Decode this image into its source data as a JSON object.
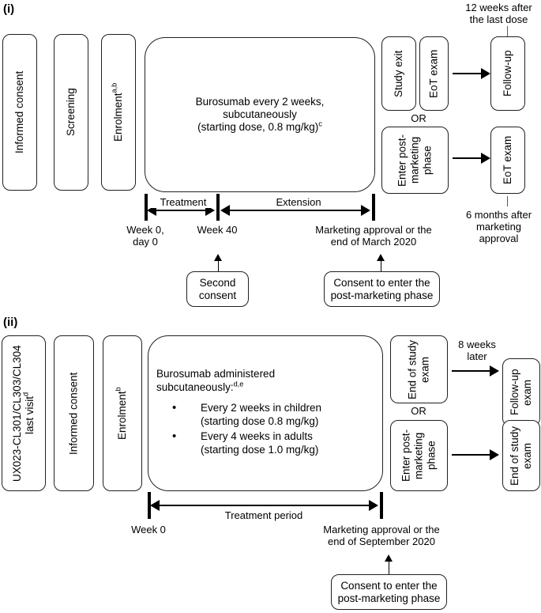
{
  "panels": [
    {
      "id": "i",
      "label": "(i)",
      "stage_boxes": [
        {
          "name": "informed-consent",
          "text": "Informed consent"
        },
        {
          "name": "screening",
          "text": "Screening"
        },
        {
          "name": "enrolment",
          "text": "Enrolment",
          "sup": "a,b"
        }
      ],
      "treatment_box": {
        "line1": "Burosumab every 2 weeks,",
        "line2": "subcutaneously",
        "line3": "(starting dose, 0.8 mg/kg)",
        "line3_sup": "c"
      },
      "exit_boxes": [
        {
          "name": "study-exit",
          "text": "Study exit"
        },
        {
          "name": "eot-exam",
          "text": "EoT exam"
        }
      ],
      "or_label": "OR",
      "post_marketing_box": {
        "name": "enter-post-marketing-phase",
        "text": "Enter post-marketing phase"
      },
      "outcome_boxes": [
        {
          "name": "follow-up",
          "text": "Follow-up"
        },
        {
          "name": "eot-exam-post",
          "text": "EoT exam"
        }
      ],
      "annotations": {
        "top": "12 weeks after the last dose",
        "bottom": "6 months after marketing approval"
      },
      "timeline": {
        "segments": [
          {
            "name": "treatment",
            "label": "Treatment"
          },
          {
            "name": "extension",
            "label": "Extension"
          }
        ],
        "ticks": [
          {
            "name": "week-0-day-0",
            "label": "Week 0,\nday 0"
          },
          {
            "name": "week-40",
            "label": "Week 40"
          },
          {
            "name": "marketing-approval",
            "label": "Marketing approval or the end of March 2020"
          }
        ]
      },
      "callouts": [
        {
          "name": "second-consent",
          "text": "Second consent"
        },
        {
          "name": "consent-post-marketing",
          "text": "Consent to enter the post-marketing phase"
        }
      ]
    },
    {
      "id": "ii",
      "label": "(ii)",
      "stage_boxes": [
        {
          "name": "last-visit",
          "text": "UX023-CL301/CL303/CL304 last visit",
          "sup": "d"
        },
        {
          "name": "informed-consent",
          "text": "Informed consent"
        },
        {
          "name": "enrolment",
          "text": "Enrolment",
          "sup": "b"
        }
      ],
      "treatment_box": {
        "head1": "Burosumab administered",
        "head2": "subcutaneously:",
        "head_sup": "d,e",
        "bullets": [
          "Every 2 weeks in children (starting dose 0.8 mg/kg)",
          "Every 4 weeks in adults (starting dose 1.0 mg/kg)"
        ],
        "bullet_lines": [
          [
            "Every 2 weeks in children",
            "(starting dose 0.8 mg/kg)"
          ],
          [
            "Every 4 weeks in adults",
            "(starting dose 1.0 mg/kg)"
          ]
        ]
      },
      "exit_boxes": [
        {
          "name": "end-of-study-exam",
          "text": "End of study exam"
        }
      ],
      "or_label": "OR",
      "post_marketing_box": {
        "name": "enter-post-marketing-phase",
        "text": "Enter post-marketing phase"
      },
      "outcome_boxes": [
        {
          "name": "follow-up-exam",
          "text": "Follow-up exam"
        },
        {
          "name": "end-of-study-exam-post",
          "text": "End of study exam"
        }
      ],
      "annotations": {
        "arrow_top": "8 weeks later"
      },
      "timeline": {
        "segments": [
          {
            "name": "treatment-period",
            "label": "Treatment period"
          }
        ],
        "ticks": [
          {
            "name": "week-0",
            "label": "Week 0"
          },
          {
            "name": "marketing-approval",
            "label": "Marketing approval or the end of September 2020"
          }
        ]
      },
      "callouts": [
        {
          "name": "consent-post-marketing",
          "text": "Consent to enter the post-marketing phase"
        }
      ]
    }
  ],
  "text": {
    "i_label": "(i)",
    "ii_label": "(ii)",
    "informed_consent": "Informed consent",
    "screening": "Screening",
    "enrolment": "Enrolment",
    "sup_ab": "a,b",
    "sup_b": "b",
    "sup_c": "c",
    "sup_d": "d",
    "sup_de": "d,e",
    "buro_l1": "Burosumab every 2 weeks,",
    "buro_l2": "subcutaneously",
    "buro_l3": "(starting dose, 0.8 mg/kg)",
    "study_exit": "Study exit",
    "eot_exam": "EoT exam",
    "or": "OR",
    "enter_post_marketing": "Enter post-marketing phase",
    "follow_up": "Follow-up",
    "ann_12weeks_l1": "12 weeks after",
    "ann_12weeks_l2": "the last dose",
    "ann_6months_l1": "6 months after",
    "ann_6months_l2": "marketing",
    "ann_6months_l3": "approval",
    "treatment": "Treatment",
    "extension": "Extension",
    "week0_l1": "Week 0,",
    "week0_l2": "day 0",
    "week40": "Week 40",
    "mkt_i_l1": "Marketing approval or the",
    "mkt_i_l2": "end of March 2020",
    "second_consent_l1": "Second",
    "second_consent_l2": "consent",
    "consent_l1": "Consent to enter the",
    "consent_l2": "post-marketing phase",
    "last_visit_l1": "UX023-CL301/CL303/CL304",
    "last_visit_l2": "last visit",
    "buro2_l1": "Burosumab administered",
    "buro2_l2": "subcutaneously:",
    "b1_l1": "Every 2 weeks in children",
    "b1_l2": "(starting dose 0.8 mg/kg)",
    "b2_l1": "Every 4 weeks in adults",
    "b2_l2": "(starting dose 1.0 mg/kg)",
    "end_of_study_exam": "End of study exam",
    "follow_up_exam": "Follow-up exam",
    "ann_8weeks_l1": "8 weeks",
    "ann_8weeks_l2": "later",
    "treatment_period": "Treatment period",
    "week0": "Week 0",
    "mkt_ii_l1": "Marketing approval or the",
    "mkt_ii_l2": "end of September 2020"
  },
  "colors": {
    "stroke": "#231f20",
    "text": "#000000",
    "thin": "#58595b",
    "background": "#ffffff"
  }
}
